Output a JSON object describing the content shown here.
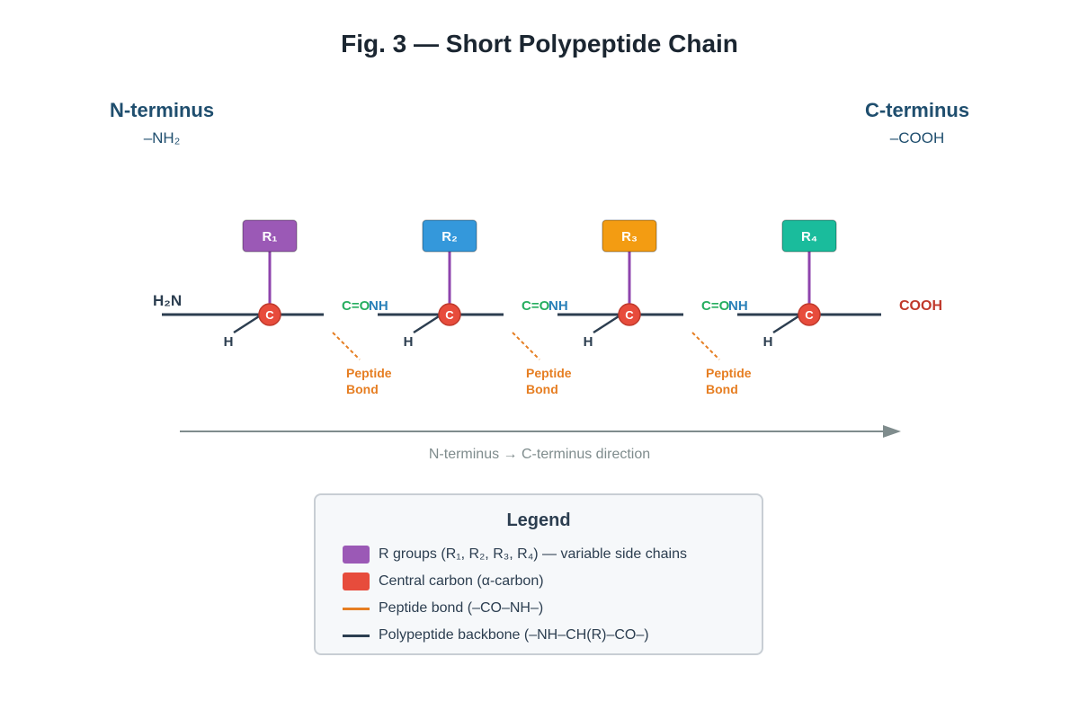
{
  "title": "Fig. 3 — Short Polypeptide Chain",
  "n_terminus": {
    "name": "N-terminus",
    "group": "–NH₂",
    "label": "H₂N"
  },
  "c_terminus": {
    "name": "C-terminus",
    "group": "–COOH",
    "label": "COOH"
  },
  "residues": [
    {
      "r_label": "R₁",
      "carbon": "C",
      "h": "H",
      "color": "#9b59b6"
    },
    {
      "r_label": "R₂",
      "carbon": "C",
      "h": "H",
      "color": "#3498db"
    },
    {
      "r_label": "R₃",
      "carbon": "C",
      "h": "H",
      "color": "#f39c12"
    },
    {
      "r_label": "R₄",
      "carbon": "C",
      "h": "H",
      "color": "#1abc9c"
    }
  ],
  "peptide_bond": {
    "carbonyl": "C=O",
    "amide": "NH",
    "label_line1": "Peptide",
    "label_line2": "Bond"
  },
  "direction_label": "N-terminus → C-terminus direction",
  "legend": {
    "title": "Legend",
    "items": [
      {
        "label": "R groups (R₁, R₂, R₃, R₄) — variable side chains",
        "swatch": "box",
        "color": "#9b59b6"
      },
      {
        "label": "Central carbon (α-carbon)",
        "swatch": "box",
        "color": "#e74c3c"
      },
      {
        "label": "Peptide bond (–CO–NH–)",
        "swatch": "line",
        "color": "#e67e22"
      },
      {
        "label": "Polypeptide backbone (–NH–CH(R)–CO–)",
        "swatch": "line",
        "color": "#2c3e50"
      }
    ]
  },
  "colors": {
    "backbone": "#2c3e50",
    "alpha_carbon": "#e74c3c",
    "r_stem": "#8e44ad",
    "peptide_bond": "#e67e22",
    "carbonyl_text": "#27ae60",
    "amide_text": "#2980b9",
    "cooh_text": "#c0392b",
    "arrow": "#7f8c8d"
  }
}
